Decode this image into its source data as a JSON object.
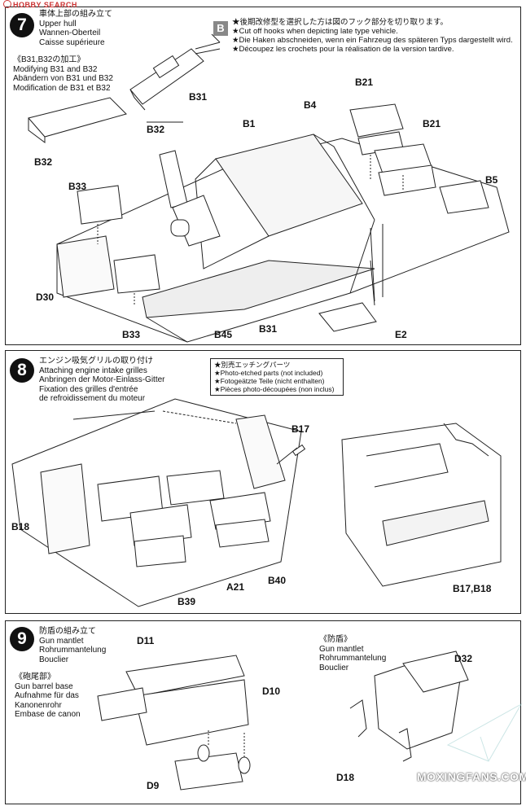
{
  "header_watermark": "HOBBY SEARCH",
  "step7": {
    "number": "7",
    "title_lines": [
      "車体上部の組み立て",
      "Upper hull",
      "Wannen-Oberteil",
      "Caisse supérieure"
    ],
    "sub_lines": [
      "《B31,B32の加工》",
      "Modifying B31 and B32",
      "Abändern von B31 und B32",
      "Modification de B31 et B32"
    ],
    "note_letter": "B",
    "note_lines": [
      "★後期改修型を選択した方は図のフック部分を切り取ります。",
      "★Cut off hooks when depicting late type vehicle.",
      "★Die Haken abschneiden, wenn ein Fahrzeug des späteren Typs dargestellt wird.",
      "★Découpez les crochets pour la réalisation de la version tardive."
    ],
    "labels": {
      "b31_top": "B31",
      "b32_left": "B32",
      "b21_top": "B21",
      "b4": "B4",
      "b1": "B1",
      "b21_right": "B21",
      "b32_mid": "B32",
      "b33_top": "B33",
      "b5": "B5",
      "d30": "D30",
      "b33_bottom": "B33",
      "b45": "B45",
      "b31_bottom": "B31",
      "e2": "E2"
    }
  },
  "step8": {
    "number": "8",
    "title_lines": [
      "エンジン吸気グリルの取り付け",
      "Attaching engine intake grilles",
      "Anbringen der Motor-Einlass-Gitter",
      "Fixation des grilles d'entrée",
      "de refroidissement du moteur"
    ],
    "note_lines": [
      "★別売エッチングパーツ",
      "★Photo-etched parts (not included)",
      "★Fotogeätzte Teile (nicht enthalten)",
      "★Pièces photo-découpées (non inclus)"
    ],
    "labels": {
      "b17": "B17",
      "b18": "B18",
      "a21": "A21",
      "b40": "B40",
      "b39": "B39",
      "b17_b18": "B17,B18"
    }
  },
  "step9": {
    "number": "9",
    "title_lines": [
      "防盾の組み立て",
      "Gun mantlet",
      "Rohrummantelung",
      "Bouclier"
    ],
    "sub_lines": [
      "《砲尾部》",
      "Gun barrel base",
      "Aufnahme für das",
      "Kanonenrohr",
      "Embase de canon"
    ],
    "right_lines": [
      "《防盾》",
      "Gun mantlet",
      "Rohrummantelung",
      "Bouclier"
    ],
    "labels": {
      "d11": "D11",
      "d10": "D10",
      "d9": "D9",
      "d32": "D32",
      "d18": "D18"
    }
  },
  "footer_watermark": "MOXINGFANS.COM"
}
